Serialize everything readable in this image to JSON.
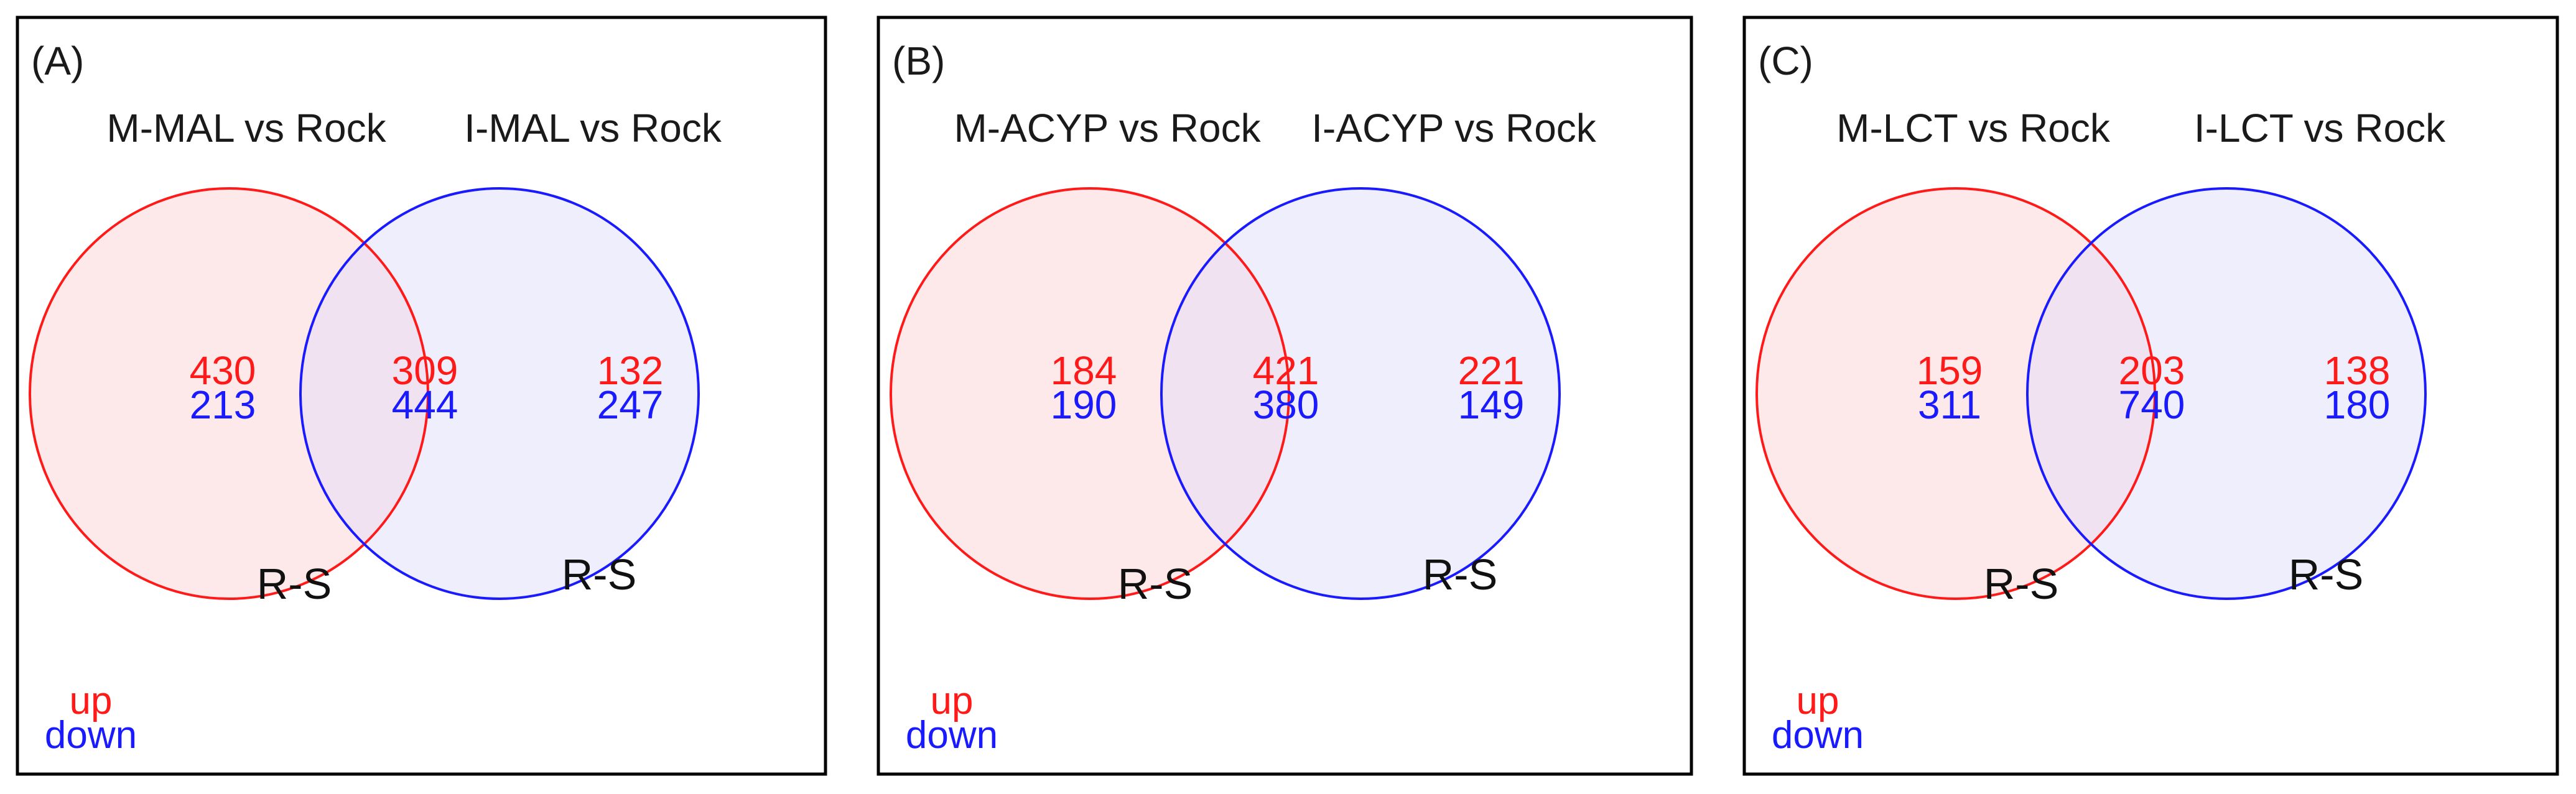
{
  "colors": {
    "up": "#ff1a1a",
    "down": "#1a1aff",
    "left_fill": "#fde9e9",
    "right_fill": "#eeeefd",
    "overlap_fill": "#f0e2f1",
    "border": "#000000"
  },
  "panels": [
    {
      "letter": "(A)",
      "left_set": "M-MAL vs Rock",
      "right_set": "I-MAL vs Rock",
      "left_only": {
        "up": "430",
        "down": "213"
      },
      "overlap": {
        "up": "309",
        "down": "444"
      },
      "right_only": {
        "up": "132",
        "down": "247"
      },
      "left_tag": "R-S",
      "right_tag": "R-S",
      "legend_up": "up",
      "legend_down": "down"
    },
    {
      "letter": "(B)",
      "left_set": "M-ACYP vs Rock",
      "right_set": "I-ACYP vs Rock",
      "left_only": {
        "up": "184",
        "down": "190"
      },
      "overlap": {
        "up": "421",
        "down": "380"
      },
      "right_only": {
        "up": "221",
        "down": "149"
      },
      "left_tag": "R-S",
      "right_tag": "R-S",
      "legend_up": "up",
      "legend_down": "down"
    },
    {
      "letter": "(C)",
      "left_set": "M-LCT vs Rock",
      "right_set": "I-LCT  vs Rock",
      "left_only": {
        "up": "159",
        "down": "311"
      },
      "overlap": {
        "up": "203",
        "down": "740"
      },
      "right_only": {
        "up": "138",
        "down": "180"
      },
      "left_tag": "R-S",
      "right_tag": "R-S",
      "legend_up": "up",
      "legend_down": "down"
    }
  ]
}
